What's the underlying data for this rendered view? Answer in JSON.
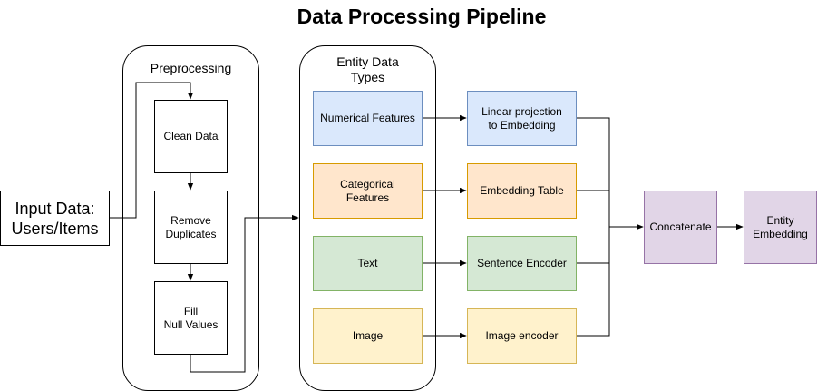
{
  "title": "Data Processing Pipeline",
  "input": {
    "label": "Input Data:\nUsers/Items"
  },
  "preprocessing": {
    "label": "Preprocessing",
    "steps": [
      "Clean Data",
      "Remove\nDuplicates",
      "Fill\nNull Values"
    ]
  },
  "entity_types": {
    "label": "Entity Data\nTypes",
    "items": [
      "Numerical Features",
      "Categorical\nFeatures",
      "Text",
      "Image"
    ]
  },
  "encoders": [
    "Linear projection\nto Embedding",
    "Embedding Table",
    "Sentence Encoder",
    "Image encoder"
  ],
  "concatenate": "Concatenate",
  "output": "Entity\nEmbedding",
  "colors": {
    "blue_fill": "#dae8fc",
    "blue_stroke": "#6c8ebf",
    "orange_fill": "#ffe6cc",
    "orange_stroke": "#d79b00",
    "green_fill": "#d5e8d4",
    "green_stroke": "#82b366",
    "yellow_fill": "#fff2cc",
    "yellow_stroke": "#d6b656",
    "purple_fill": "#e1d5e7",
    "purple_stroke": "#9673a6"
  }
}
